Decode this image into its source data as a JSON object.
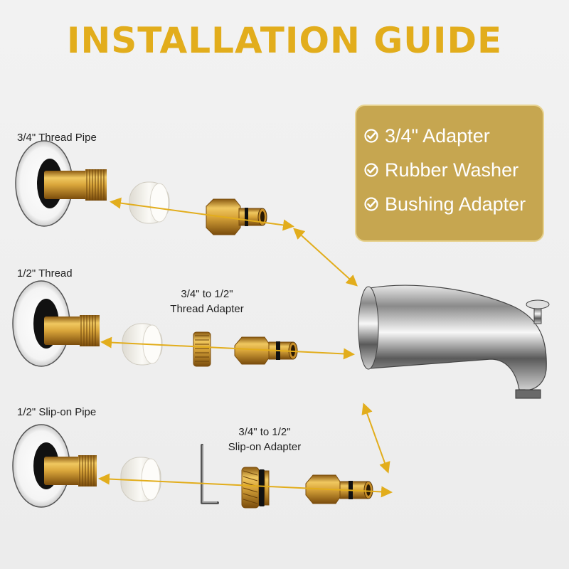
{
  "title": "INSTALLATION GUIDE",
  "rows": {
    "r1_label": "3/4\" Thread Pipe",
    "r2_label": "1/2\" Thread",
    "r2_caption_1": "3/4\" to 1/2\"",
    "r2_caption_2": "Thread Adapter",
    "r3_label": "1/2\" Slip-on Pipe",
    "r3_caption_1": "3/4\" to 1/2\"",
    "r3_caption_2": "Slip-on Adapter"
  },
  "features": [
    {
      "label": "3/4\" Adapter",
      "icon": "check-circle-icon"
    },
    {
      "label": "Rubber Washer",
      "icon": "check-circle-icon"
    },
    {
      "label": "Bushing Adapter",
      "icon": "check-circle-icon"
    }
  ],
  "colors": {
    "title": "#e2ad1c",
    "box": "#c6a650",
    "brass": "#d4a035",
    "arrow": "#e2ad1c"
  }
}
